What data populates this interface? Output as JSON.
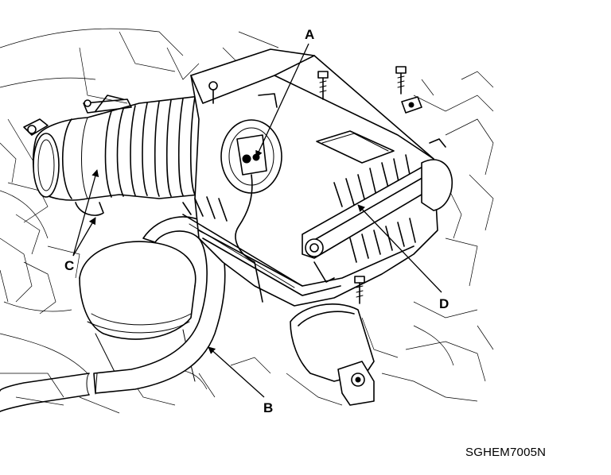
{
  "figure": {
    "callouts": [
      {
        "id": "A",
        "label": "A"
      },
      {
        "id": "B",
        "label": "B"
      },
      {
        "id": "C",
        "label": "C"
      },
      {
        "id": "D",
        "label": "D"
      }
    ],
    "figure_code": "SGHEM7005N"
  }
}
